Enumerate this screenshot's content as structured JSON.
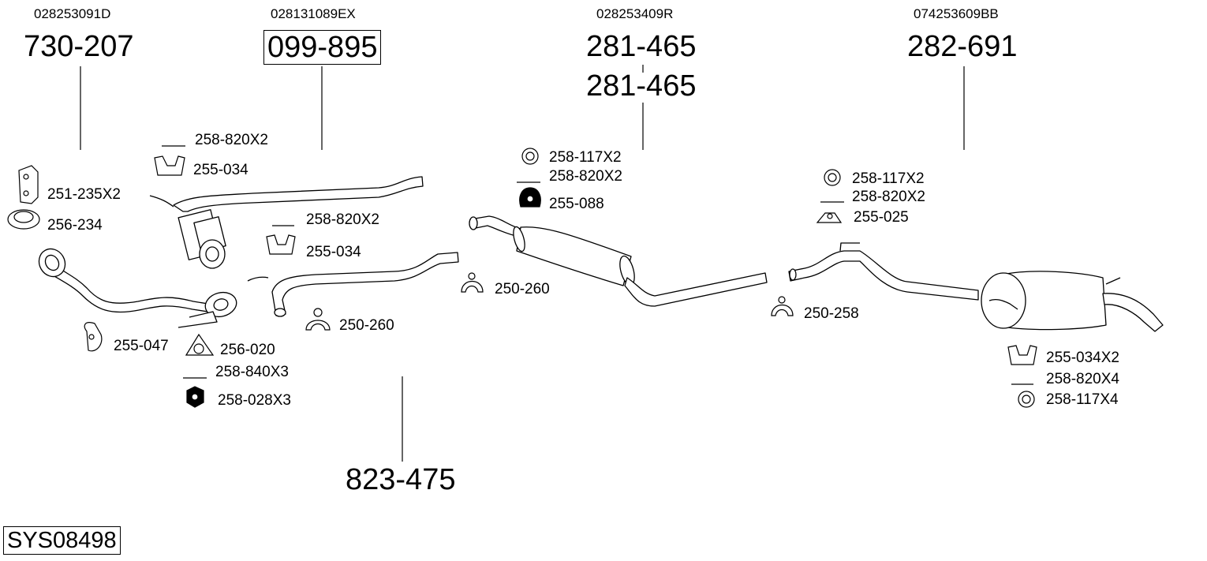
{
  "diagram": {
    "system_code": "SYS08498",
    "sections": [
      {
        "oem": "028253091D",
        "part": "730-207",
        "boxed": false
      },
      {
        "oem": "028131089EX",
        "part": "099-895",
        "boxed": true
      },
      {
        "oem": "028253409R",
        "part": "281-465",
        "part_repeat": "281-465",
        "boxed": false
      },
      {
        "oem": "074253609BB",
        "part": "282-691",
        "boxed": false
      },
      {
        "part": "823-475"
      }
    ],
    "labels": {
      "a1": "251-235X2",
      "a2": "256-234",
      "a3": "255-047",
      "a4": "256-020",
      "a5": "258-840X3",
      "a6": "258-028X3",
      "b1": "258-820X2",
      "b2": "255-034",
      "b3": "258-820X2",
      "b4": "255-034",
      "b5": "250-260",
      "c1": "258-117X2",
      "c2": "258-820X2",
      "c3": "255-088",
      "c4": "250-260",
      "d1": "258-117X2",
      "d2": "258-820X2",
      "d3": "255-025",
      "d4": "250-258",
      "d5": "255-034X2",
      "d6": "258-820X4",
      "d7": "258-117X4"
    }
  }
}
